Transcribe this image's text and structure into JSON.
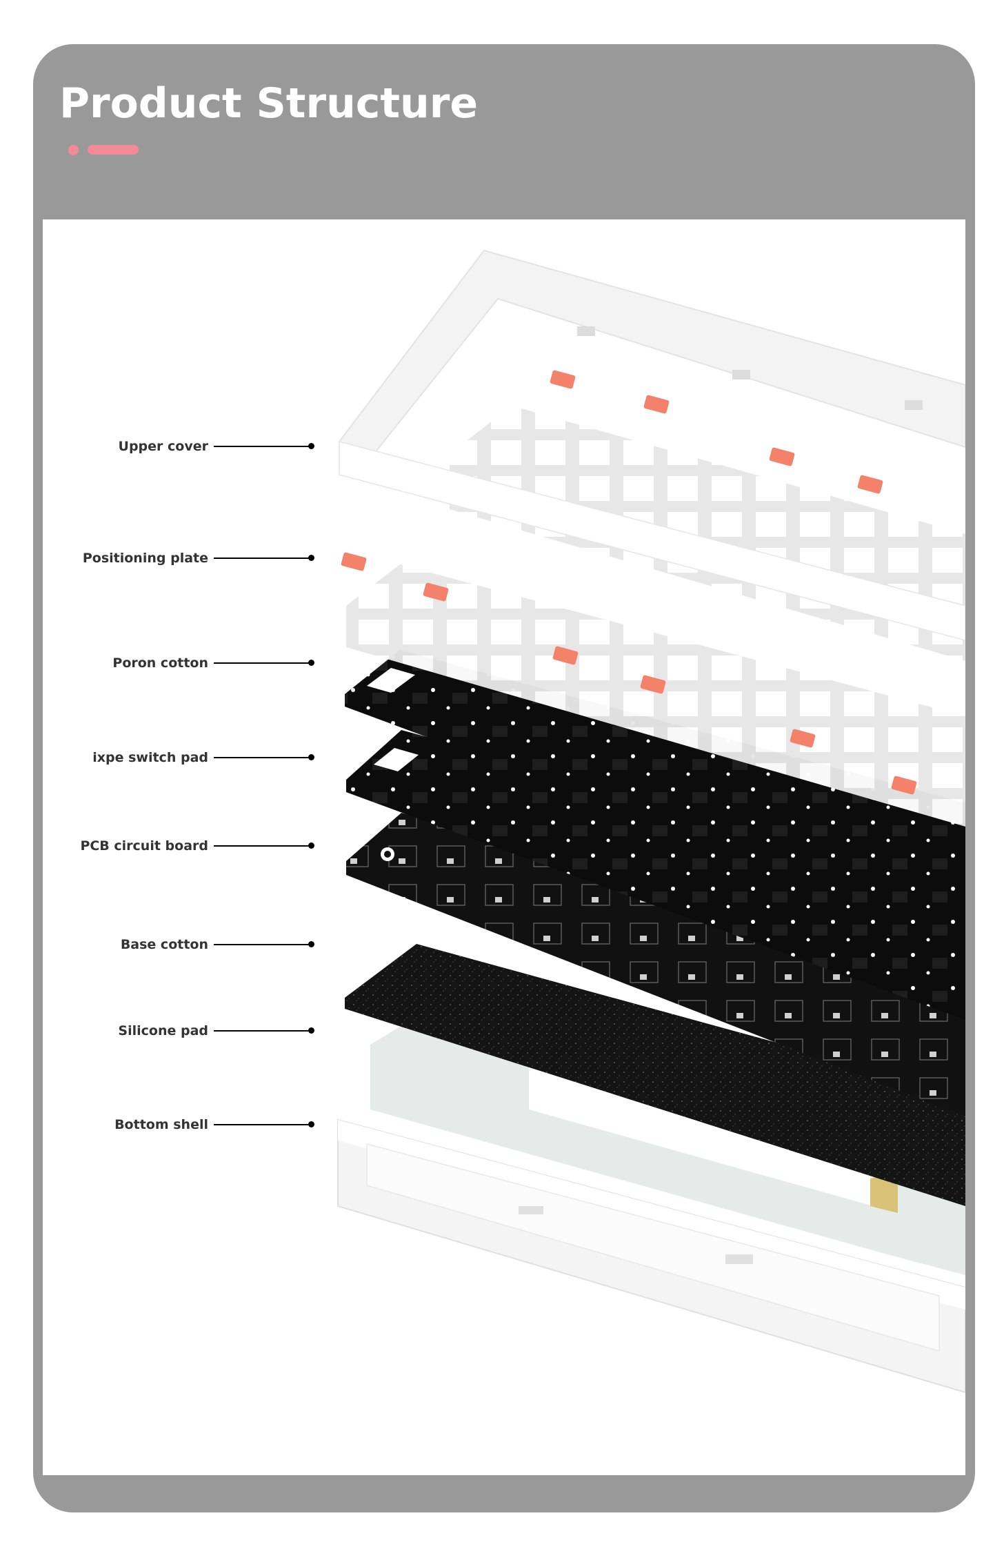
{
  "header": {
    "title": "Product Structure",
    "accent_color": "#f28b96",
    "background_color": "#999999"
  },
  "layers": [
    {
      "label": "Upper cover",
      "material": "white frosted shell"
    },
    {
      "label": "Positioning plate",
      "material": "translucent plate with orange gaskets"
    },
    {
      "label": "Poron cotton",
      "material": "black foam"
    },
    {
      "label": "ixpe switch pad",
      "material": "black pad"
    },
    {
      "label": "PCB circuit board",
      "material": "black pcb"
    },
    {
      "label": "Base cotton",
      "material": "black sparkle foam"
    },
    {
      "label": "Silicone pad",
      "material": "translucent silicone"
    },
    {
      "label": "Bottom shell",
      "material": "white frosted shell"
    }
  ],
  "colors": {
    "gasket": "#f4826b",
    "black_layer": "#0a0a0a",
    "white_layer": "#f2f2f2"
  }
}
